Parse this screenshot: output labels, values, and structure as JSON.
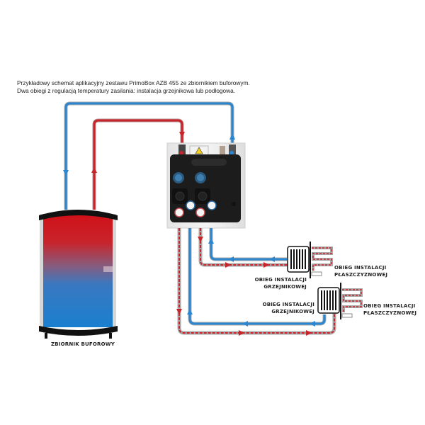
{
  "caption": {
    "line1": "Przykładowy schemat aplikacyjny zestawu PrimoBox AZB 455 ze zbiornikiem buforowym.",
    "line2": "Dwa obiegi z regulacją temperatury zasilania: instalacja grzejnikowa lub podłogowa."
  },
  "tank": {
    "label": "ZBIORNIK BUFOROWY",
    "hot_color": "#d01018",
    "cold_color": "#1a7fcf"
  },
  "pipes": {
    "supply_color": "#c8242c",
    "return_color": "#2a86d0",
    "outline_color": "#9a9a9a"
  },
  "circuits": [
    {
      "radiator_label_line1": "OBIEG INSTALACJI",
      "radiator_label_line2": "GRZEJNIKOWEJ",
      "floor_label_line1": "OBIEG INSTALACJI",
      "floor_label_line2": "PŁASZCZYZNOWEJ"
    },
    {
      "radiator_label_line1": "OBIEG INSTALACJI",
      "radiator_label_line2": "GRZEJNIKOWEJ",
      "floor_label_line1": "OBIEG INSTALACJI",
      "floor_label_line2": "PŁASZCZYZNOWEJ"
    }
  ],
  "unit": {
    "name": "PrimoBox AZB 455",
    "warning_icon": "high-voltage-warning-icon"
  }
}
